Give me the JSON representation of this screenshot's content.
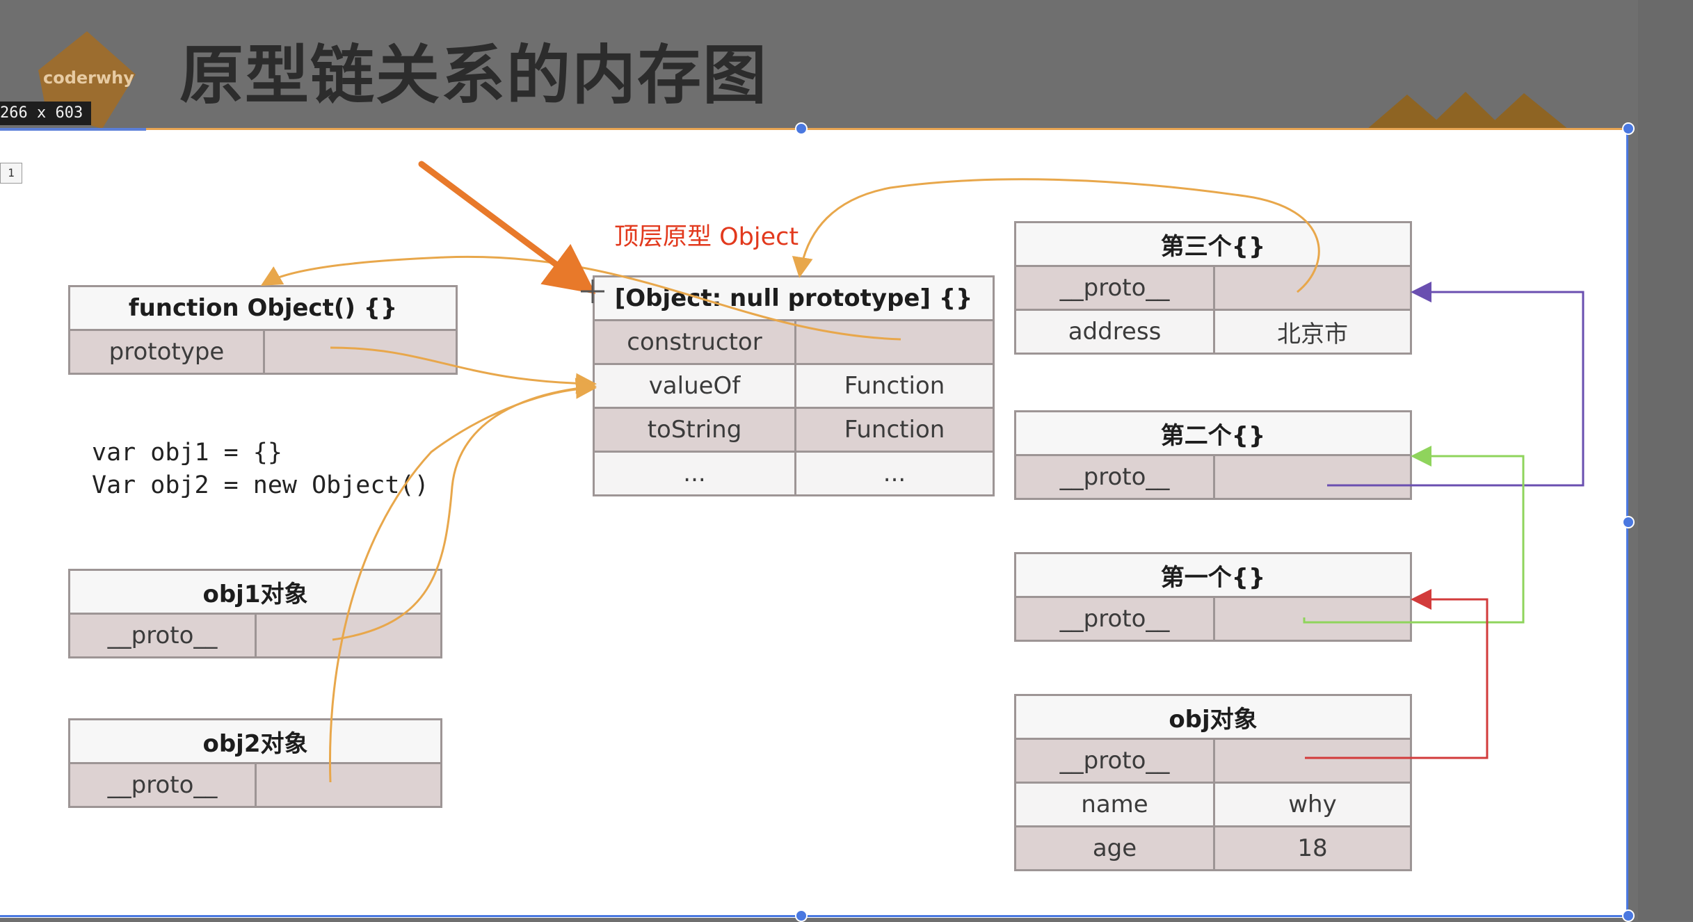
{
  "header": {
    "title": "原型链关系的内存图",
    "logo_text": "coderwhy",
    "size_badge": "266 x 603"
  },
  "canvas": {
    "layer_tag": "1"
  },
  "label_top_object": "顶层原型 Object",
  "code": {
    "line1": "var obj1 = {}",
    "line2": "Var obj2 = new Object()"
  },
  "function_object": {
    "title": "function Object() {}",
    "rows": [
      {
        "key": "prototype",
        "value": ""
      }
    ]
  },
  "null_proto": {
    "title": "[Object: null prototype] {}",
    "rows": [
      {
        "key": "constructor",
        "value": ""
      },
      {
        "key": "valueOf",
        "value": "Function"
      },
      {
        "key": "toString",
        "value": "Function"
      },
      {
        "key": "...",
        "value": "..."
      }
    ]
  },
  "obj1": {
    "title": "obj1对象",
    "rows": [
      {
        "key": "__proto__",
        "value": ""
      }
    ]
  },
  "obj2": {
    "title": "obj2对象",
    "rows": [
      {
        "key": "__proto__",
        "value": ""
      }
    ]
  },
  "third": {
    "title": "第三个{}",
    "rows": [
      {
        "key": "__proto__",
        "value": ""
      },
      {
        "key": "address",
        "value": "北京市"
      }
    ]
  },
  "second": {
    "title": "第二个{}",
    "rows": [
      {
        "key": "__proto__",
        "value": ""
      }
    ]
  },
  "first": {
    "title": "第一个{}",
    "rows": [
      {
        "key": "__proto__",
        "value": ""
      }
    ]
  },
  "obj": {
    "title": "obj对象",
    "rows": [
      {
        "key": "__proto__",
        "value": ""
      },
      {
        "key": "name",
        "value": "why"
      },
      {
        "key": "age",
        "value": "18"
      }
    ]
  },
  "colors": {
    "orange": "#e8a74b",
    "purple": "#6a4fb0",
    "green": "#8fd45c",
    "red": "#d23b3b",
    "arrow_red_orange": "#e8792a"
  }
}
